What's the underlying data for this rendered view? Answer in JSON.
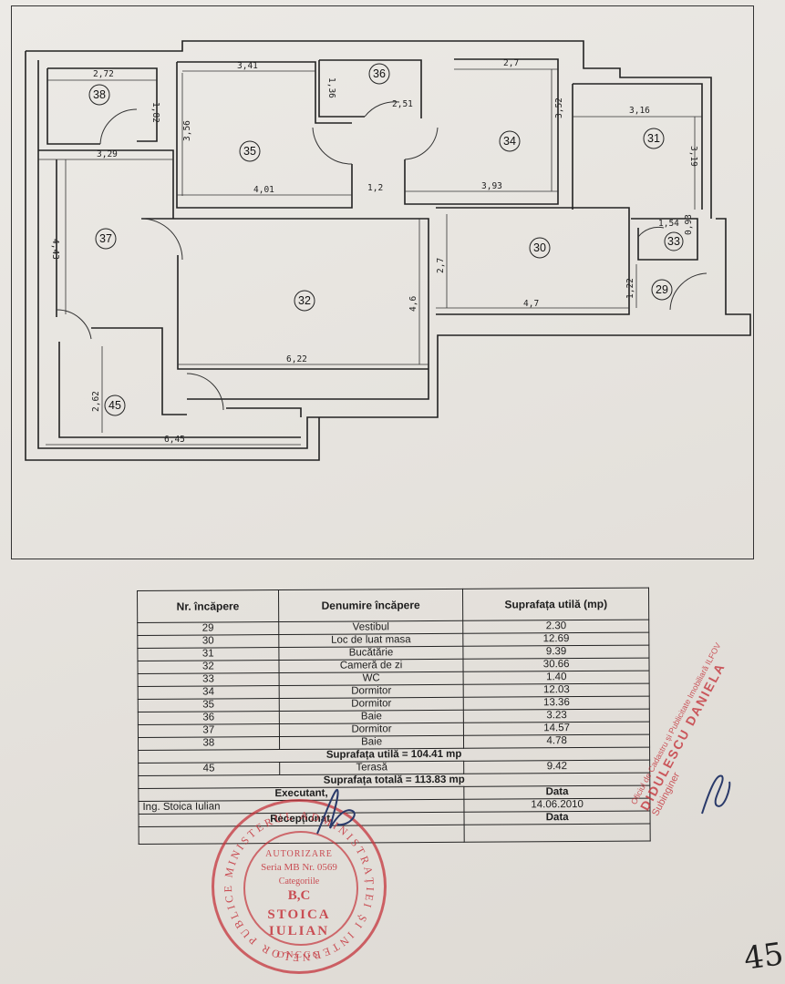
{
  "floorplan": {
    "dimensions": [
      "2,72",
      "1,82",
      "3,41",
      "1,36",
      "2,51",
      "2,7",
      "3,52",
      "3,56",
      "3,16",
      "3,19",
      "3,29",
      "4,01",
      "1,2",
      "3,93",
      "1,54",
      "0,93",
      "4,43",
      "2,7",
      "4,7",
      "1,22",
      "4,6",
      "6,22",
      "2,62",
      "6,45"
    ],
    "room_labels": [
      "38",
      "36",
      "35",
      "34",
      "31",
      "37",
      "30",
      "33",
      "32",
      "29",
      "45"
    ]
  },
  "table": {
    "headers": [
      "Nr. încăpere",
      "Denumire încăpere",
      "Suprafața utilă (mp)"
    ],
    "rows": [
      [
        "29",
        "Vestibul",
        "2.30"
      ],
      [
        "30",
        "Loc de luat masa",
        "12.69"
      ],
      [
        "31",
        "Bucătărie",
        "9.39"
      ],
      [
        "32",
        "Cameră de zi",
        "30.66"
      ],
      [
        "33",
        "WC",
        "1.40"
      ],
      [
        "34",
        "Dormitor",
        "12.03"
      ],
      [
        "35",
        "Dormitor",
        "13.36"
      ],
      [
        "36",
        "Baie",
        "3.23"
      ],
      [
        "37",
        "Dormitor",
        "14.57"
      ],
      [
        "38",
        "Baie",
        "4.78"
      ]
    ],
    "useful_total": "Suprafața utilă = 104.41 mp",
    "terrace_row": [
      "45",
      "Terasă",
      "9.42"
    ],
    "grand_total": "Suprafața totală = 113.83 mp",
    "executant_label": "Executant,",
    "executant_name": "Ing. Stoica Iulian",
    "date_label": "Data",
    "date_value": "14.06.2010",
    "receptionat_label": "Recepționat,",
    "date_label_2": "Data"
  },
  "stamp": {
    "ring_text": "MINISTERUL ADMINISTRAȚIEI ȘI INTERNELOR PUBLICE",
    "autorizare": "AUTORIZARE",
    "seria": "Seria MB Nr. 0569",
    "categoriile": "Categoriile",
    "categories": "B,C",
    "name1": "STOICA",
    "name2": "IULIAN",
    "footer": "ONCGC"
  },
  "side_stamp": {
    "office": "Oficiul de Cadastru și Publicitate Imobiliară ILFOV",
    "name": "DIDULESCU DANIELA",
    "title": "Subinginer"
  },
  "page_mark": "45"
}
